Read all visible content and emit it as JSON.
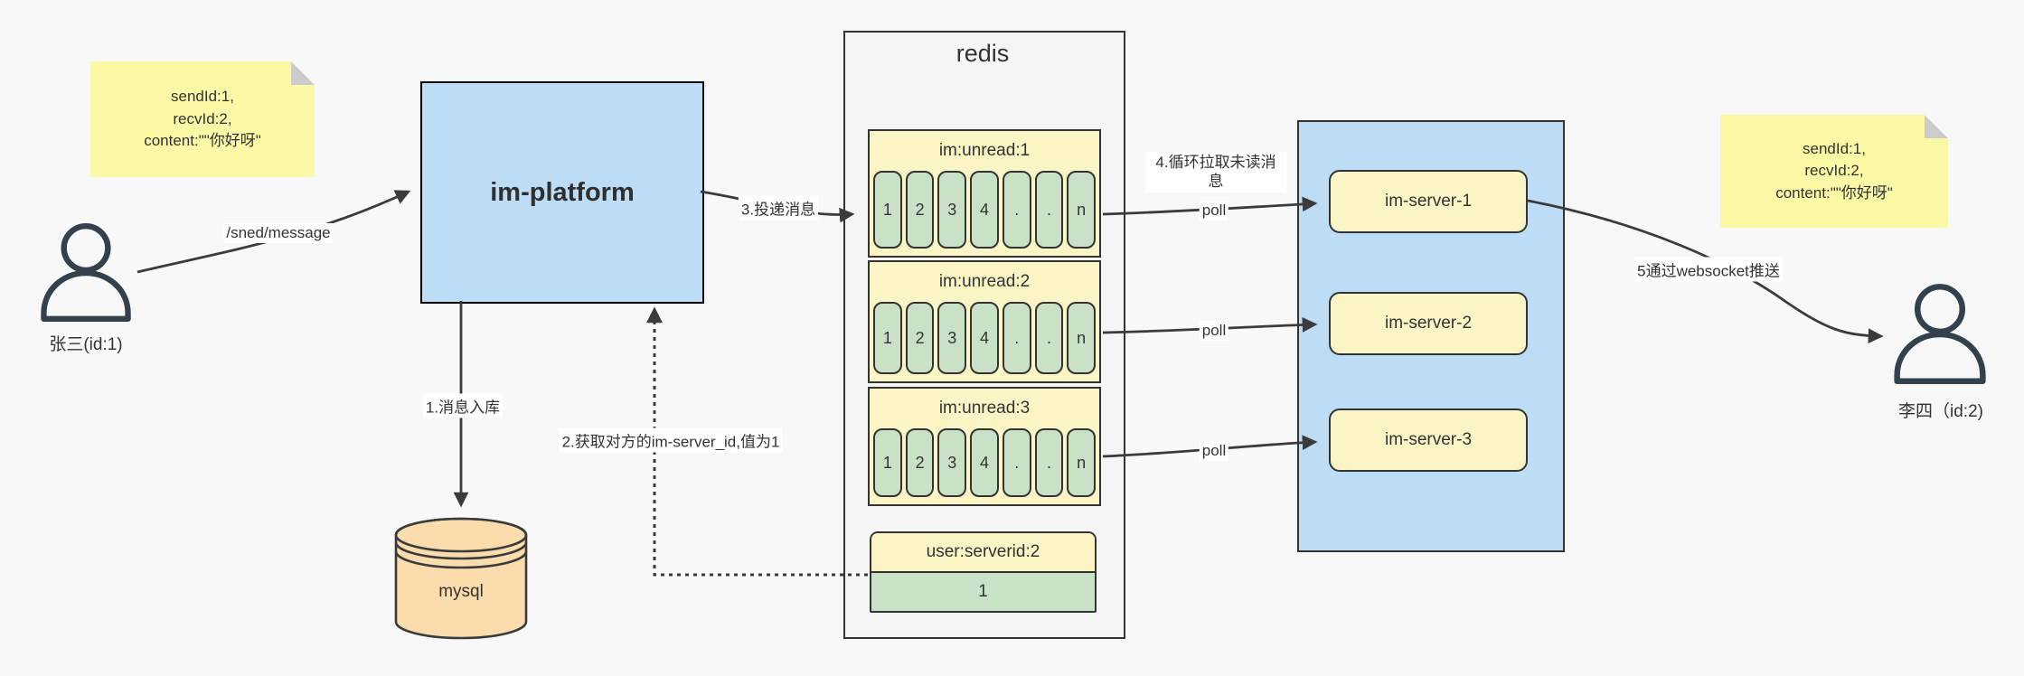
{
  "colors": {
    "canvas-bg": "#F8F8F8",
    "note-bg": "#FCF9A6",
    "note-fold": "#CCCCCC",
    "blue": "#BDDDF7",
    "panel-bg": "#F5F5F5",
    "yellow": "#FBF5C6",
    "green": "#C9E2C7",
    "cylinder": "#FBDCAC",
    "stroke": "#3B3B3B",
    "border": "#333333",
    "text": "#333333"
  },
  "notes": {
    "left": {
      "lines": [
        "sendId:1,",
        "recvId:2,",
        "content:\"\"你好呀\""
      ]
    },
    "right": {
      "lines": [
        "sendId:1,",
        "recvId:2,",
        "content:\"\"你好呀\""
      ]
    }
  },
  "actors": {
    "sender": {
      "label": "张三(id:1)"
    },
    "receiver": {
      "label": "李四（id:2)"
    }
  },
  "platform": {
    "label": "im-platform"
  },
  "database": {
    "label": "mysql"
  },
  "redis": {
    "title": "redis",
    "queues": [
      {
        "label": "im:unread:1",
        "cells": [
          "1",
          "2",
          "3",
          "4",
          ".",
          ".",
          "n"
        ]
      },
      {
        "label": "im:unread:2",
        "cells": [
          "1",
          "2",
          "3",
          "4",
          ".",
          ".",
          "n"
        ]
      },
      {
        "label": "im:unread:3",
        "cells": [
          "1",
          "2",
          "3",
          "4",
          ".",
          ".",
          "n"
        ]
      }
    ],
    "kv": {
      "label": "user:serverid:2",
      "value": "1"
    }
  },
  "cluster": {
    "servers": [
      {
        "label": "im-server-1"
      },
      {
        "label": "im-server-2"
      },
      {
        "label": "im-server-3"
      }
    ]
  },
  "edges": {
    "send": {
      "label": "/sned/message"
    },
    "store": {
      "label": "1.消息入库"
    },
    "get_server_id": {
      "label": "2.获取对方的im-server_id,值为1"
    },
    "deliver": {
      "label": "3.投递消息"
    },
    "pull": {
      "label": "4.循环拉取未读消息"
    },
    "poll_1": {
      "label": "poll"
    },
    "poll_2": {
      "label": "poll"
    },
    "poll_3": {
      "label": "poll"
    },
    "push": {
      "label": "5通过websocket推送"
    }
  }
}
